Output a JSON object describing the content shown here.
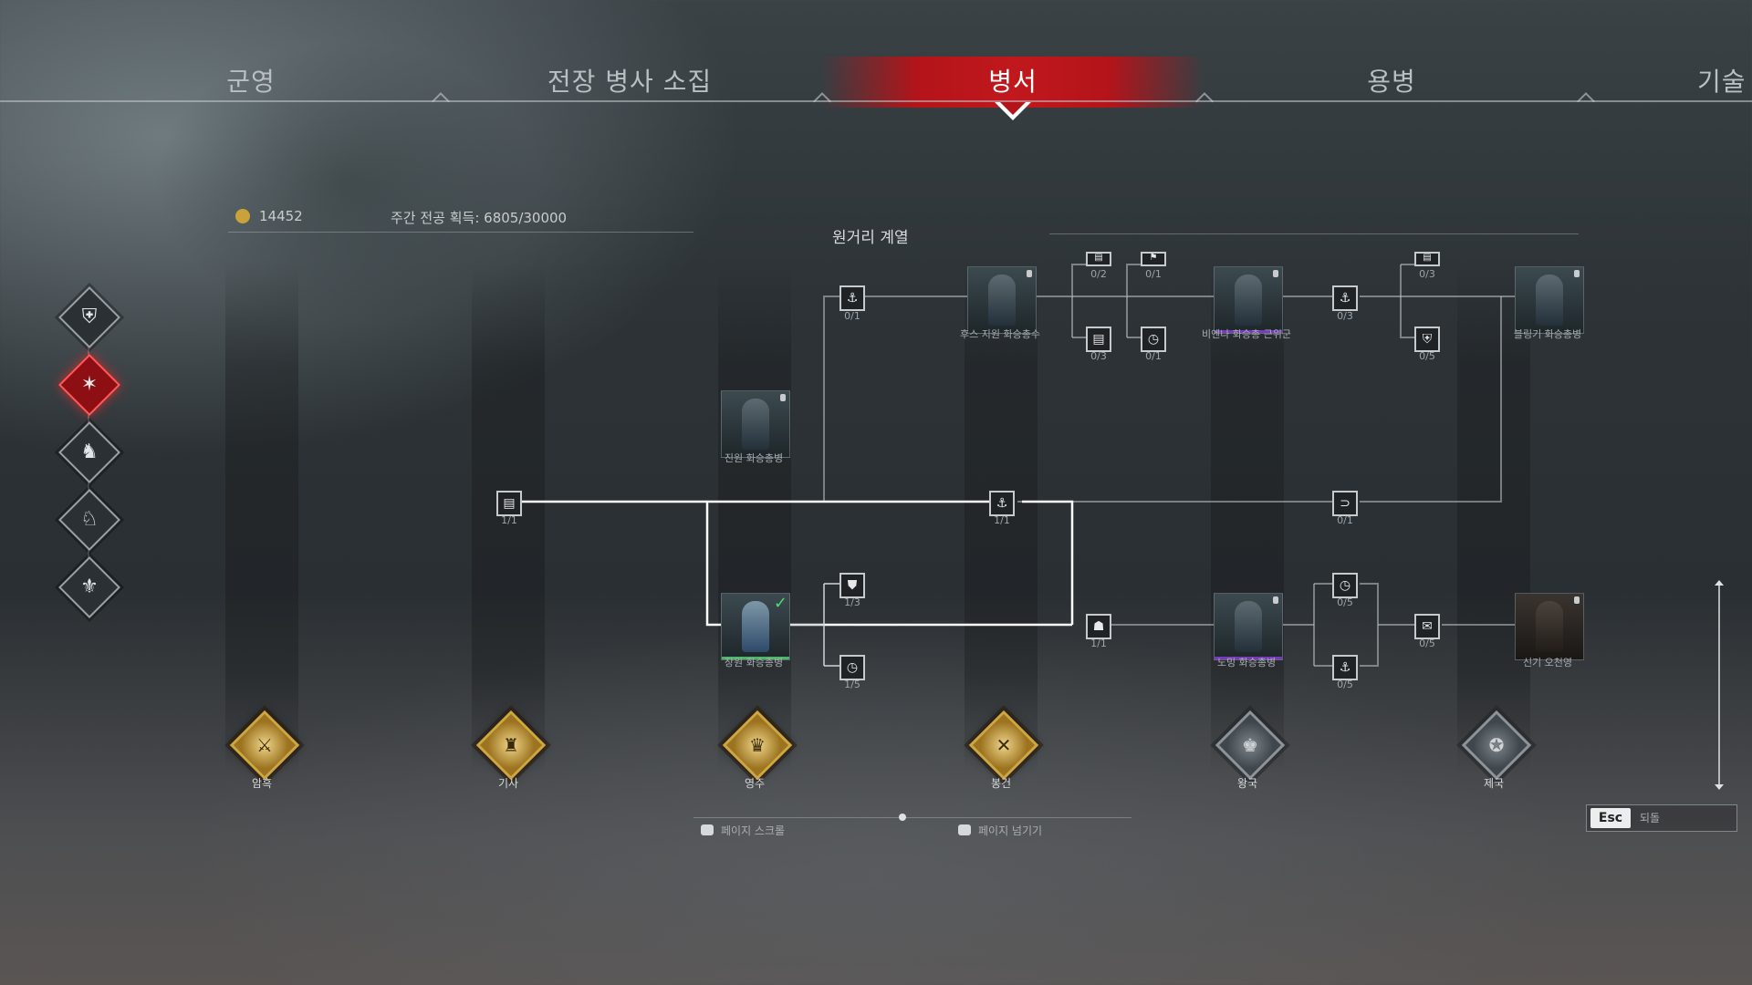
{
  "tabs": [
    {
      "label": "군영"
    },
    {
      "label": "전장 병사 소집"
    },
    {
      "label": "병서",
      "active": true
    },
    {
      "label": "용병"
    },
    {
      "label": "기술"
    }
  ],
  "header": {
    "merit_value": "14452",
    "weekly_merit": "주간 전공 획득: 6805/30000",
    "branch_title": "원거리 계열"
  },
  "branches": [
    {
      "icon": "shield-icon",
      "glyph": "⛨"
    },
    {
      "icon": "bow-icon",
      "glyph": "✶",
      "active": true
    },
    {
      "icon": "horse-icon",
      "glyph": "♞"
    },
    {
      "icon": "cavalry-icon",
      "glyph": "♘"
    },
    {
      "icon": "helmet-icon",
      "glyph": "⚜"
    }
  ],
  "nodes": {
    "n1": {
      "glyph": "⚓",
      "progress": "0/1"
    },
    "n2": {
      "glyph": "▤",
      "progress": "0/2"
    },
    "n3": {
      "glyph": "⚑",
      "progress": "0/1"
    },
    "n4": {
      "glyph": "▤",
      "progress": "0/3"
    },
    "n5": {
      "glyph": "◷",
      "progress": "0/1"
    },
    "n6": {
      "glyph": "⚓",
      "progress": "0/3"
    },
    "n7": {
      "glyph": "▤",
      "progress": "0/3"
    },
    "n8": {
      "glyph": "⛨",
      "progress": "0/5"
    },
    "n9": {
      "glyph": "▤",
      "progress": "1/1"
    },
    "n10": {
      "glyph": "⚓",
      "progress": "1/1"
    },
    "n11": {
      "glyph": "⊃",
      "progress": "0/1"
    },
    "n12": {
      "glyph": "⛊",
      "progress": "1/3"
    },
    "n13": {
      "glyph": "◷",
      "progress": "1/5"
    },
    "n14": {
      "glyph": "☗",
      "progress": "1/1"
    },
    "n15": {
      "glyph": "◷",
      "progress": "0/5"
    },
    "n16": {
      "glyph": "✉",
      "progress": "0/5"
    },
    "n17": {
      "glyph": "⚓",
      "progress": "0/5"
    }
  },
  "units": {
    "u1": {
      "label": "후스 지원 화승총수"
    },
    "u2": {
      "label": "비엔나 화승총 근위군"
    },
    "u3": {
      "label": "블링기 화승총병"
    },
    "u4": {
      "label": "진원 화승총병"
    },
    "u5": {
      "label": "장원 화승총병"
    },
    "u6": {
      "label": "노밍 화승총병"
    },
    "u7": {
      "label": "신기 오천영"
    }
  },
  "tiers": [
    {
      "label": "암흑",
      "glyph": "⚔"
    },
    {
      "label": "기사",
      "glyph": "♜"
    },
    {
      "label": "영주",
      "glyph": "♛"
    },
    {
      "label": "봉건",
      "glyph": "✕"
    },
    {
      "label": "왕국",
      "glyph": "♚",
      "locked": true
    },
    {
      "label": "제국",
      "glyph": "✪",
      "locked": true
    }
  ],
  "hints": {
    "scroll": "페이지 스크롤",
    "flip": "페이지 넘기기",
    "esc_key": "Esc",
    "esc_label": "되돌"
  }
}
